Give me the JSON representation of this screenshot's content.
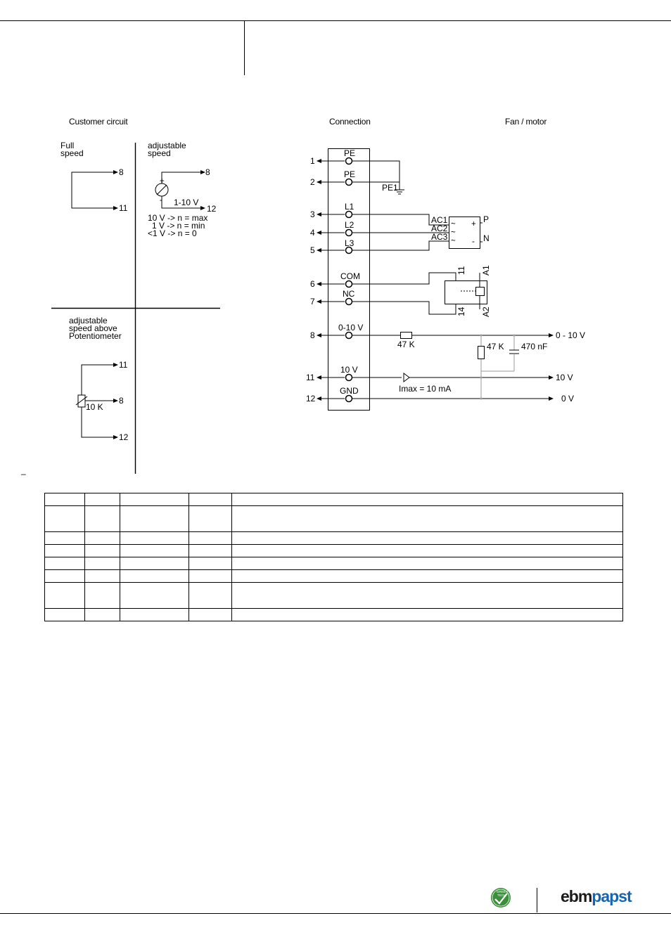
{
  "headers": {
    "customer_circuit": "Customer circuit",
    "connection": "Connection",
    "fan_motor": "Fan / motor"
  },
  "customer": {
    "full_speed_line1": "Full",
    "full_speed_line2": "speed",
    "adj_speed_line1": "adjustable",
    "adj_speed_line2": "speed",
    "adj_pot_line1": "adjustable",
    "adj_pot_line2": "speed above",
    "adj_pot_line3": "Potentiometer",
    "voltage_range": "1-10 V",
    "rule1": "10 V -> n = max",
    "rule2": "1 V -> n = min",
    "rule3": "<1 V -> n = 0",
    "pot_value": "10 K",
    "pin_8": "8",
    "pin_11": "11",
    "pin_12": "12",
    "plus": "+",
    "minus": "-"
  },
  "terminals": [
    {
      "num": "1",
      "label": "PE"
    },
    {
      "num": "2",
      "label": "PE"
    },
    {
      "num": "3",
      "label": "L1"
    },
    {
      "num": "4",
      "label": "L2"
    },
    {
      "num": "5",
      "label": "L3"
    },
    {
      "num": "6",
      "label": "COM"
    },
    {
      "num": "7",
      "label": "NC"
    },
    {
      "num": "8",
      "label": "0-10 V"
    },
    {
      "num": "11",
      "label": "10 V"
    },
    {
      "num": "12",
      "label": "GND"
    }
  ],
  "motor": {
    "pe1": "PE1",
    "ac1": "AC1",
    "ac2": "AC2",
    "ac3": "AC3",
    "p": "P",
    "n": "N",
    "tilde": "~",
    "plus": "+",
    "minus": "-",
    "relay_11": "11",
    "relay_14": "14",
    "relay_a1": "A1",
    "relay_a2": "A2",
    "r1": "47 K",
    "r2": "47 K",
    "cap": "470 nF",
    "out_0_10": "0 - 10 V",
    "out_10v": "10 V",
    "out_0v": "0 V",
    "imax": "Imax = 10 mA"
  },
  "footnote_mark": "_",
  "table_rows": [
    [
      "",
      "",
      "",
      "",
      ""
    ],
    [
      "",
      "",
      "",
      "",
      ""
    ],
    [
      "",
      "",
      "",
      "",
      ""
    ],
    [
      "",
      "",
      "",
      "",
      ""
    ],
    [
      "",
      "",
      "",
      "",
      ""
    ],
    [
      "",
      "",
      "",
      "",
      ""
    ],
    [
      "",
      "",
      "",
      "",
      ""
    ],
    [
      "",
      "",
      "",
      "",
      ""
    ]
  ],
  "logo": {
    "badge_line1": "GREEN",
    "badge_line2": "TECH",
    "brand_part1": "ebm",
    "brand_part2": "papst"
  },
  "colors": {
    "brand_blue": "#1565b0",
    "badge_green": "#3a8f3a"
  }
}
